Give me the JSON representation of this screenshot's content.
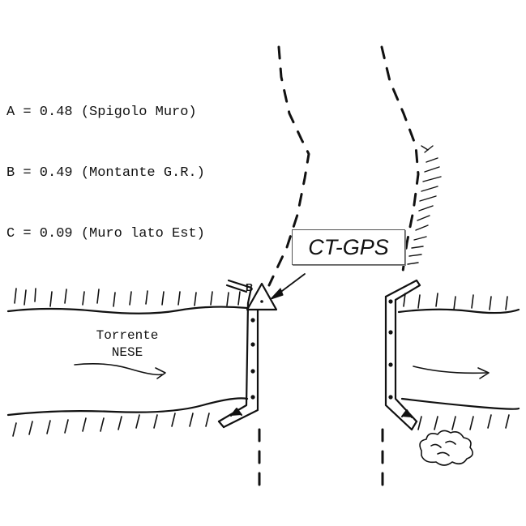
{
  "legend": [
    {
      "letter": "A",
      "value": "0.48",
      "description": "(Spigolo Muro)",
      "text": "A = 0.48 (Spigolo Muro)"
    },
    {
      "letter": "B",
      "value": "0.49",
      "description": "(Montante G.R.)",
      "text": "B = 0.49 (Montante G.R.)"
    },
    {
      "letter": "C",
      "value": "0.09",
      "description": "(Muro lato Est)",
      "text": "C = 0.09 (Muro lato Est)"
    }
  ],
  "river": {
    "line1": "Torrente",
    "line2": "NESE"
  },
  "gps_label": "CT-GPS",
  "point_label": "B",
  "colors": {
    "ink": "#111111",
    "background": "#ffffff"
  }
}
